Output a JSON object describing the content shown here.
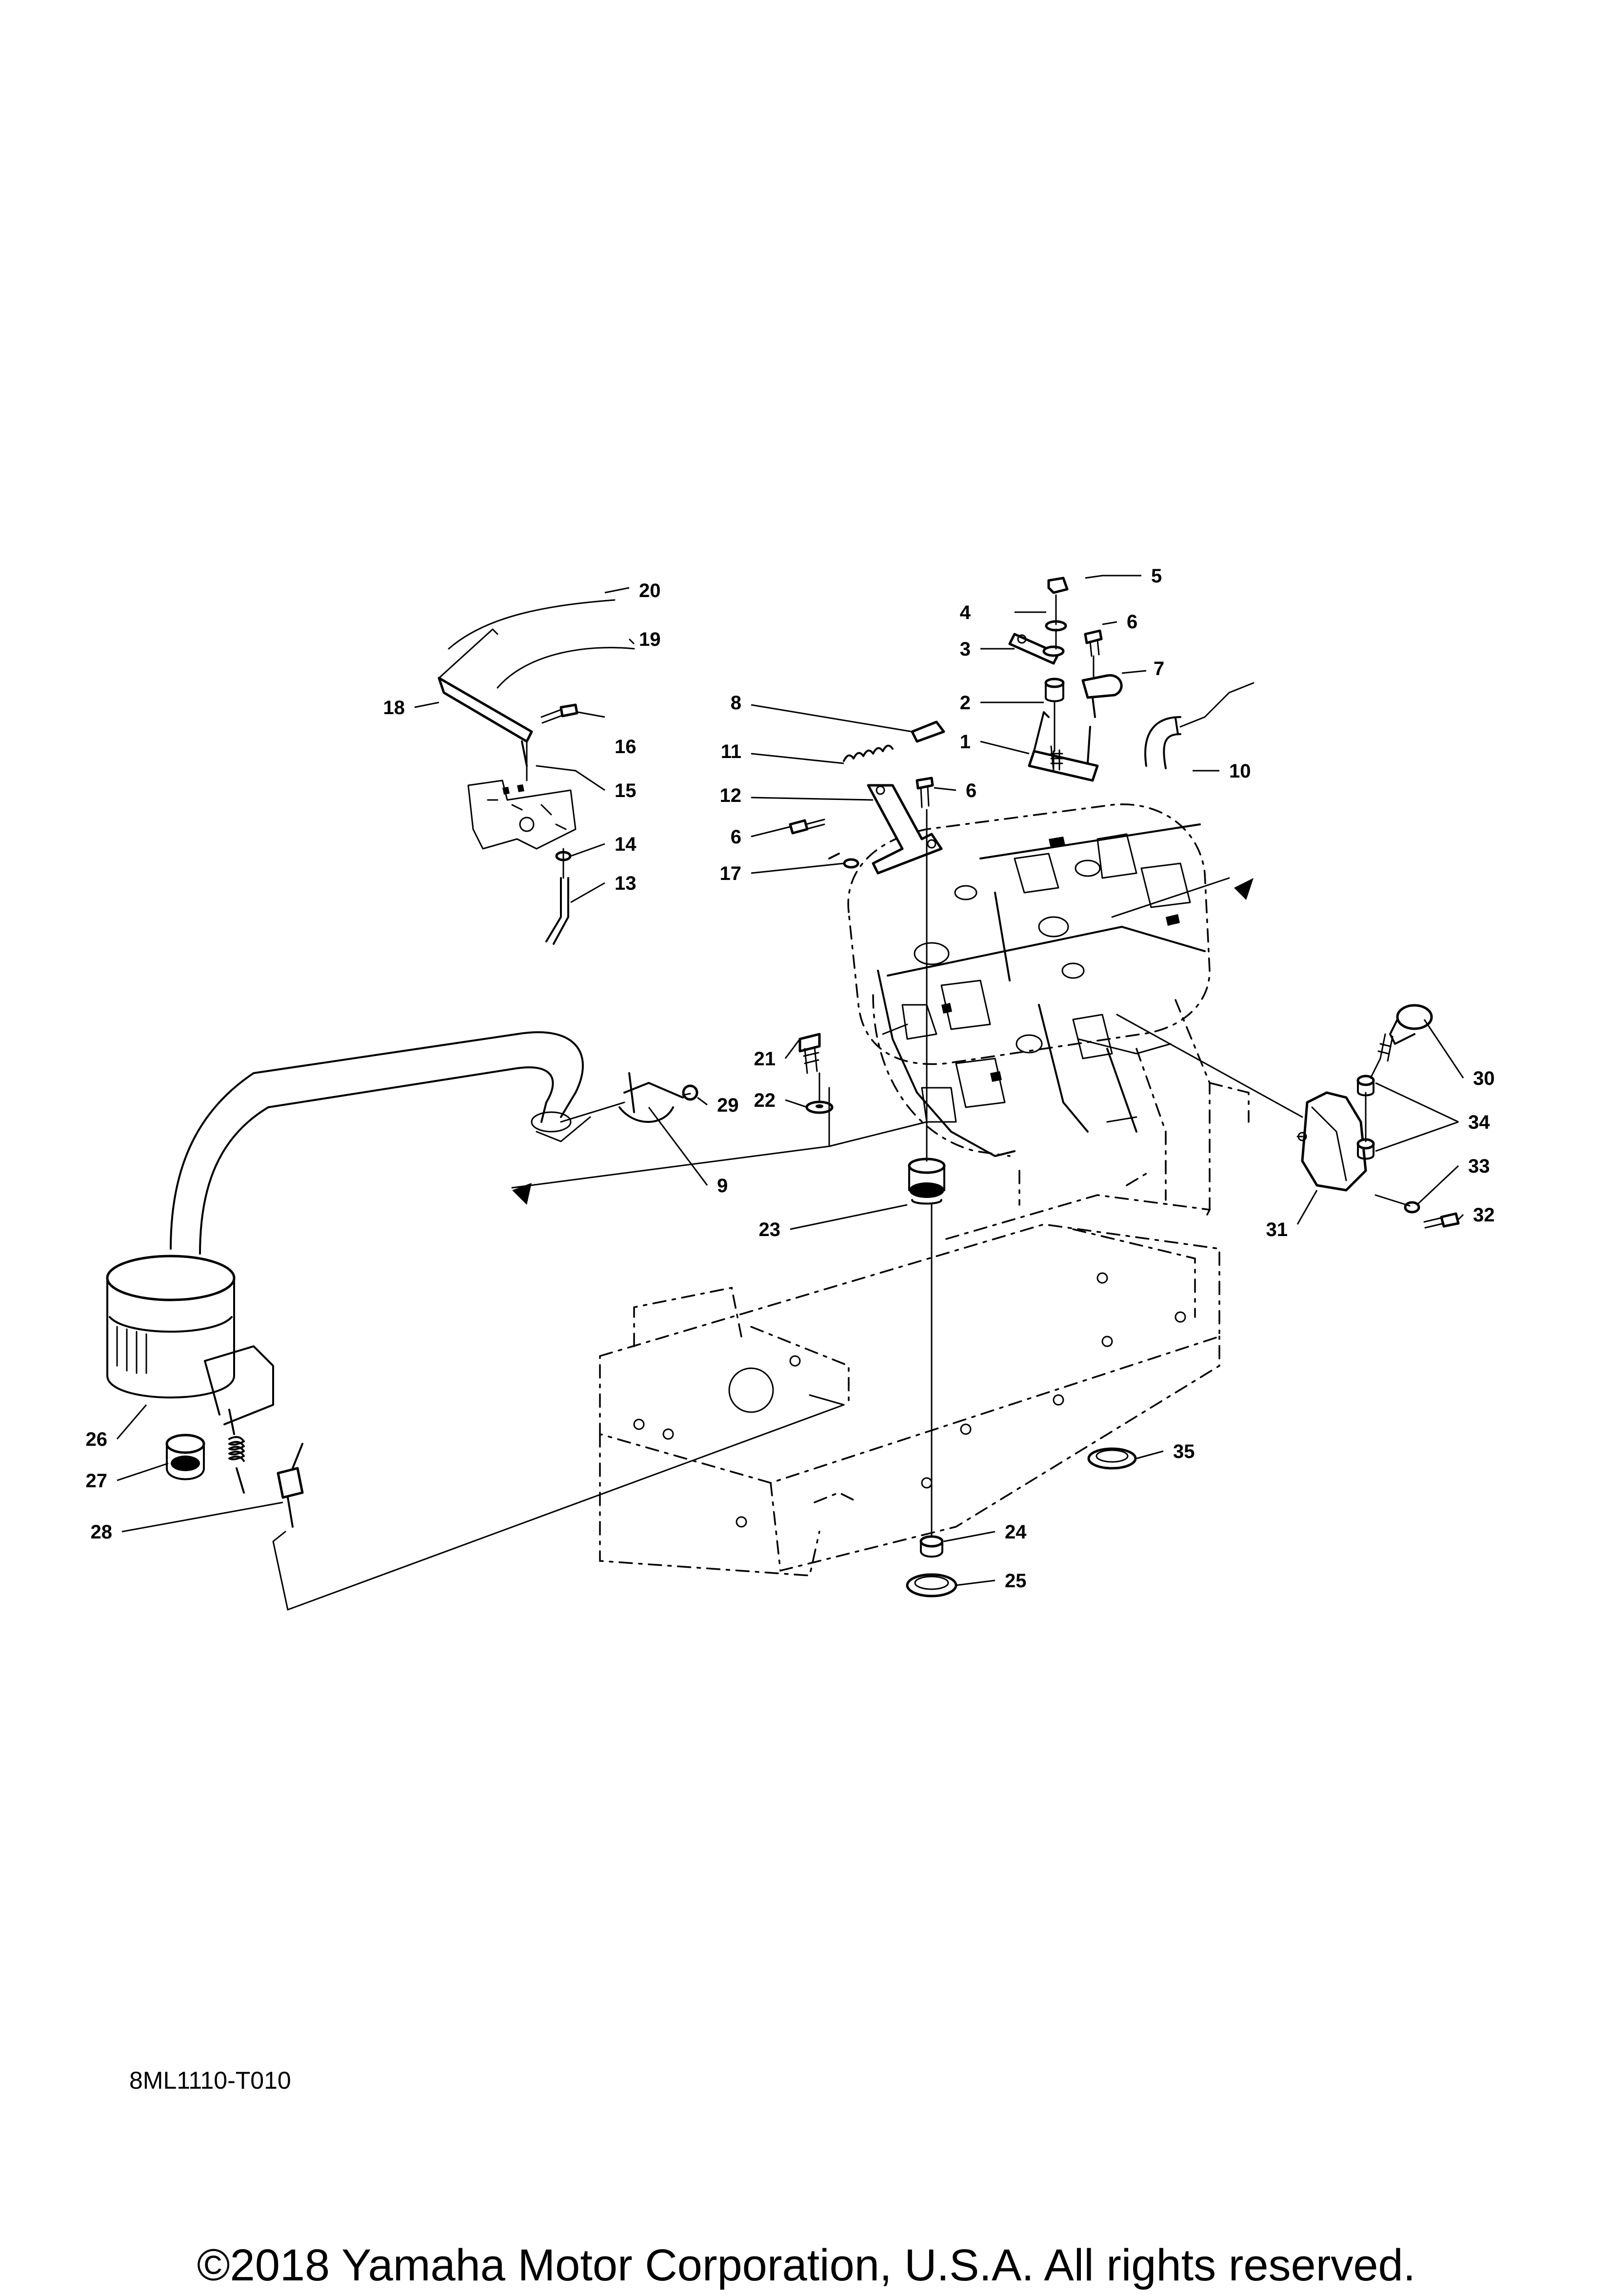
{
  "diagram": {
    "code": "8ML1110-T010",
    "copyright": "©2018 Yamaha Motor Corporation, U.S.A. All rights reserved.",
    "callouts": [
      "1",
      "2",
      "3",
      "4",
      "5",
      "6",
      "7",
      "8",
      "9",
      "10",
      "11",
      "12",
      "13",
      "14",
      "15",
      "16",
      "17",
      "18",
      "19",
      "20",
      "21",
      "22",
      "23",
      "24",
      "25",
      "26",
      "27",
      "28",
      "29",
      "30",
      "31",
      "32",
      "33",
      "34",
      "35"
    ]
  }
}
